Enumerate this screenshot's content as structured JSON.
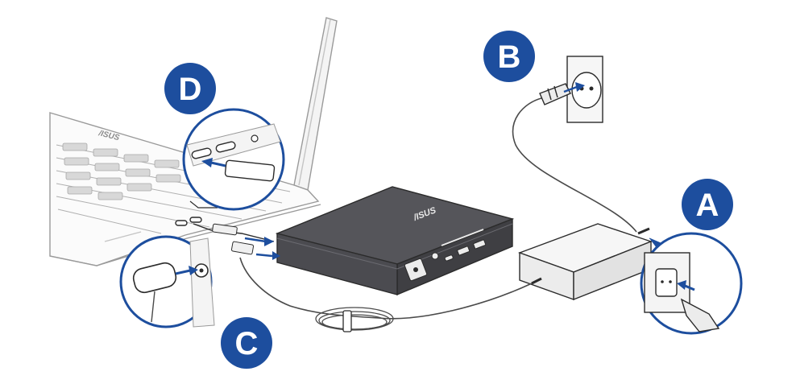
{
  "badges": {
    "a": "A",
    "b": "B",
    "c": "C",
    "d": "D"
  },
  "logos": {
    "laptop": "/ISUS",
    "minipc": "/ISUS"
  },
  "colors": {
    "badge_fill": "#1d4e9e",
    "badge_text": "#ffffff",
    "arrow": "#1d4e9e",
    "outline": "#2b2b2b",
    "device_dark": "#3f3f43",
    "device_top": "#55555a",
    "laptop_outline": "#9a9a9a",
    "cable": "#4a4a4a"
  },
  "icons": [
    "arrow-icon",
    "plug-icon",
    "power-outlet-icon",
    "usb-c-port-icon",
    "dc-jack-icon"
  ]
}
